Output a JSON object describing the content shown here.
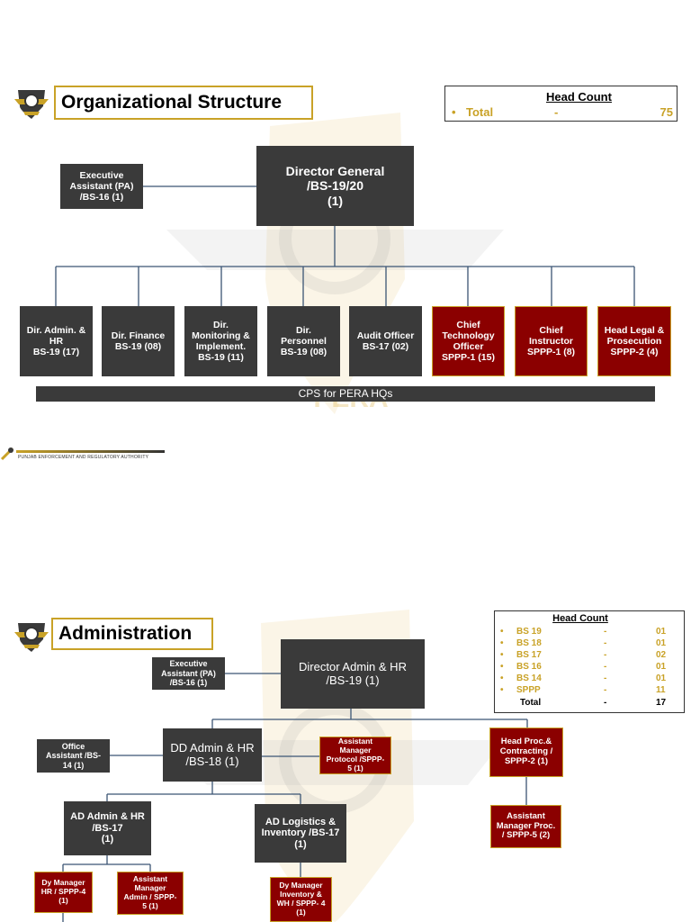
{
  "slide1": {
    "title": "Organizational Structure",
    "head_count": {
      "heading": "Head Count",
      "rows": [
        {
          "label": "Total",
          "dash": "-",
          "value": "75"
        }
      ]
    },
    "nodes": {
      "dg": "Director General\n/BS-19/20\n(1)",
      "ea": "Executive\nAssistant (PA)\n/BS-16 (1)",
      "dir_admin": "Dir. Admin. &\nHR\nBS-19 (17)",
      "dir_finance": "Dir. Finance\nBS-19 (08)",
      "dir_monitoring": "Dir.\nMonitoring &\nImplement.\nBS-19 (11)",
      "dir_personnel": "Dir.\nPersonnel\nBS-19  (08)",
      "audit": "Audit Officer\nBS-17 (02)",
      "cto": "Chief\nTechnology\nOfficer\nSPPP-1 (15)",
      "ci": "Chief\nInstructor\nSPPP-1 (8)",
      "legal": "Head Legal &\nProsecution\nSPPP-2 (4)"
    },
    "cps_label": "CPS for PERA HQs",
    "footer": "PUNJAB ENFORCEMENT AND REGULATORY AUTHORITY",
    "watermark": "PERA"
  },
  "slide2": {
    "title": "Administration",
    "head_count": {
      "heading": "Head Count",
      "rows": [
        {
          "label": "BS 19",
          "dash": "-",
          "value": "01"
        },
        {
          "label": "BS 18",
          "dash": "-",
          "value": "01"
        },
        {
          "label": "BS 17",
          "dash": "-",
          "value": "02"
        },
        {
          "label": "BS 16",
          "dash": "-",
          "value": "01"
        },
        {
          "label": "BS 14",
          "dash": "-",
          "value": "01"
        },
        {
          "label": "SPPP",
          "dash": "-",
          "value": "11"
        }
      ],
      "total": {
        "label": "Total",
        "dash": "-",
        "value": "17"
      }
    },
    "nodes": {
      "director": "Director Admin & HR\n/BS-19 (1)",
      "ea": "Executive\nAssistant (PA)\n/BS-16 (1)",
      "dd": "DD Admin & HR\n/BS-18 (1)",
      "office_asst": "Office\nAssistant /BS-\n14 (1)",
      "am_protocol": "Assistant\nManager\nProtocol /SPPP-\n5 (1)",
      "head_proc": "Head Proc.&\nContracting /\nSPPP-2 (1)",
      "am_proc": "Assistant\nManager Proc.\n/ SPPP-5 (2)",
      "ad_admin": "AD Admin & HR\n/BS-17\n(1)",
      "ad_logistics": "AD Logistics &\nInventory /BS-17\n(1)",
      "dy_hr": "Dy Manager\nHR / SPPP-4\n(1)",
      "am_admin": "Assistant\nManager\nAdmin / SPPP-\n5 (1)",
      "dy_inventory": "Dy Manager\nInventory &\nWH / SPPP- 4\n(1)"
    }
  }
}
